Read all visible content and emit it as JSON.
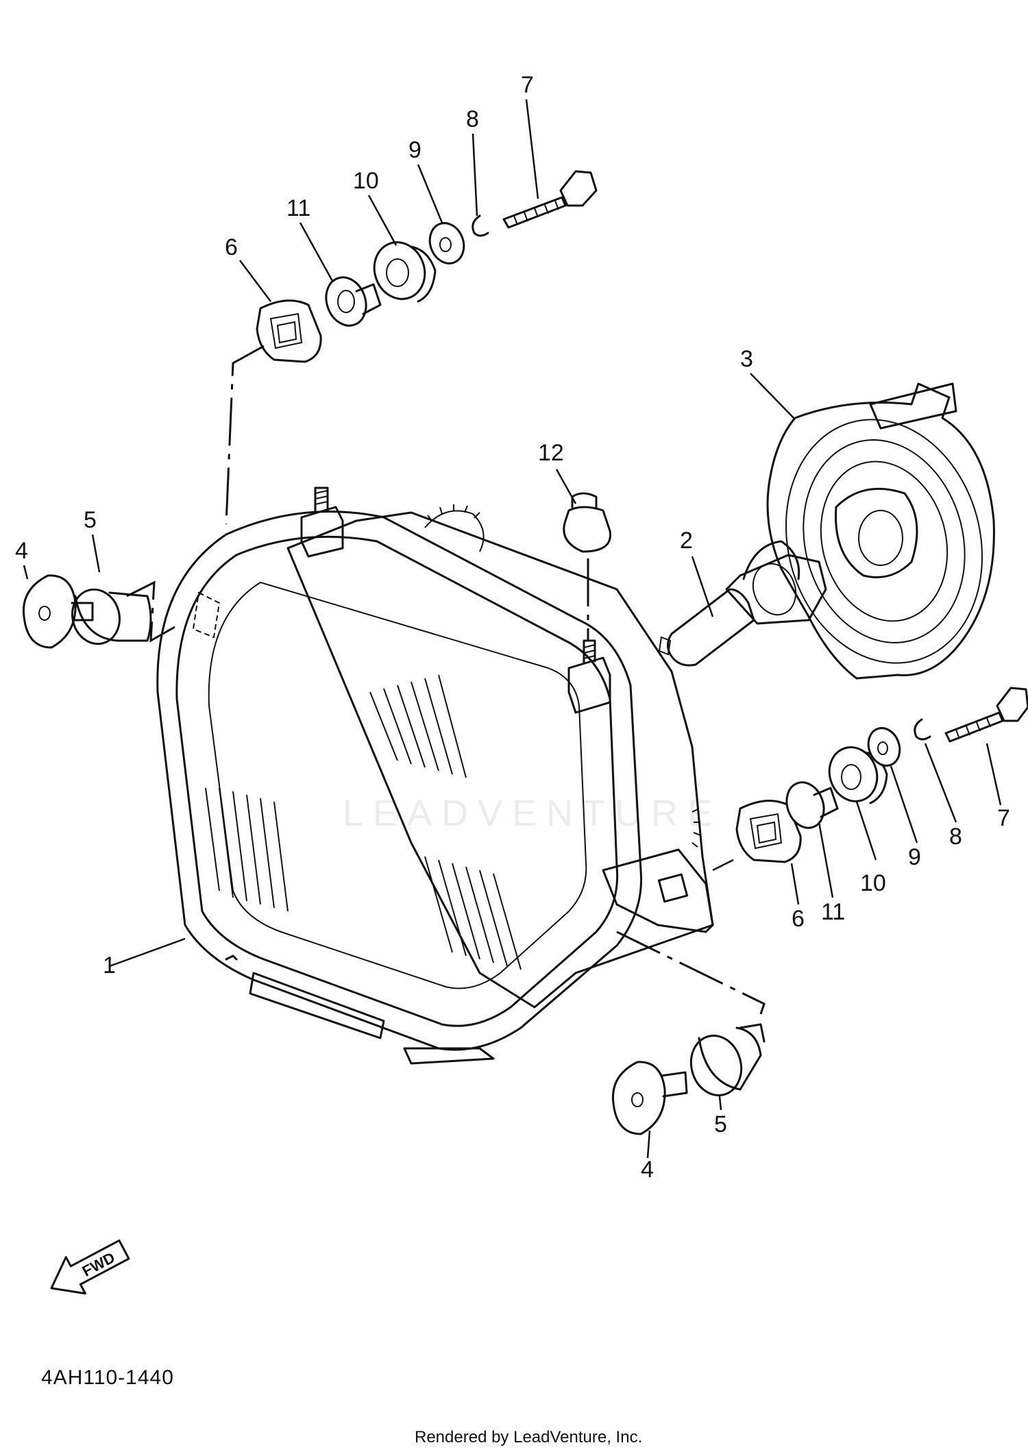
{
  "diagram": {
    "callouts": [
      "1",
      "2",
      "3",
      "4",
      "5",
      "6",
      "7",
      "8",
      "9",
      "10",
      "11",
      "12",
      "4",
      "5",
      "6",
      "7",
      "8",
      "9",
      "10",
      "11"
    ],
    "fwd_label": "FWD",
    "diagram_code": "4AH110-1440",
    "credit": "Rendered by LeadVenture, Inc.",
    "watermark": "LEADVENTURE"
  }
}
